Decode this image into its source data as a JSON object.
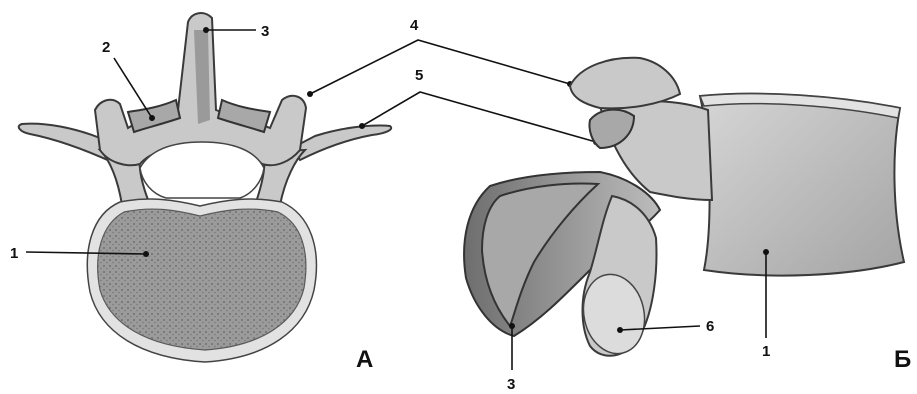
{
  "panels": {
    "a": {
      "letter": "А",
      "labels": {
        "body": "1",
        "lamina": "2",
        "spinous": "3",
        "superior_articular": "4",
        "transverse": "5"
      }
    },
    "b": {
      "letter": "Б",
      "labels": {
        "body": "1",
        "spinous": "3",
        "superior_articular": "4",
        "transverse": "5",
        "inferior_articular": "6"
      }
    }
  }
}
